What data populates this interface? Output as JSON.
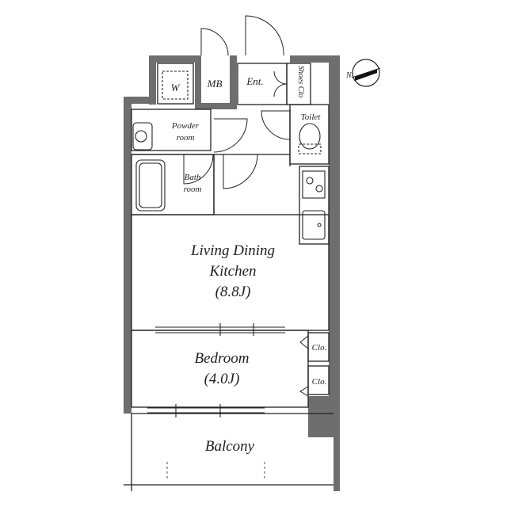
{
  "floorplan": {
    "rooms": {
      "washer": "W",
      "meter_box": "MB",
      "entrance": "Ent.",
      "shoes_closet": "Shoes Clo",
      "powder_room": [
        "Powder",
        "room"
      ],
      "toilet": "Toilet",
      "bath_room": [
        "Bath",
        "room"
      ],
      "ldk": [
        "Living Dining",
        "Kitchen",
        "(8.8J)"
      ],
      "bedroom": [
        "Bedroom",
        "(4.0J)"
      ],
      "closet_upper": "Clo.",
      "closet_lower": "Clo.",
      "balcony": "Balcony"
    },
    "compass": {
      "label": "N"
    }
  }
}
